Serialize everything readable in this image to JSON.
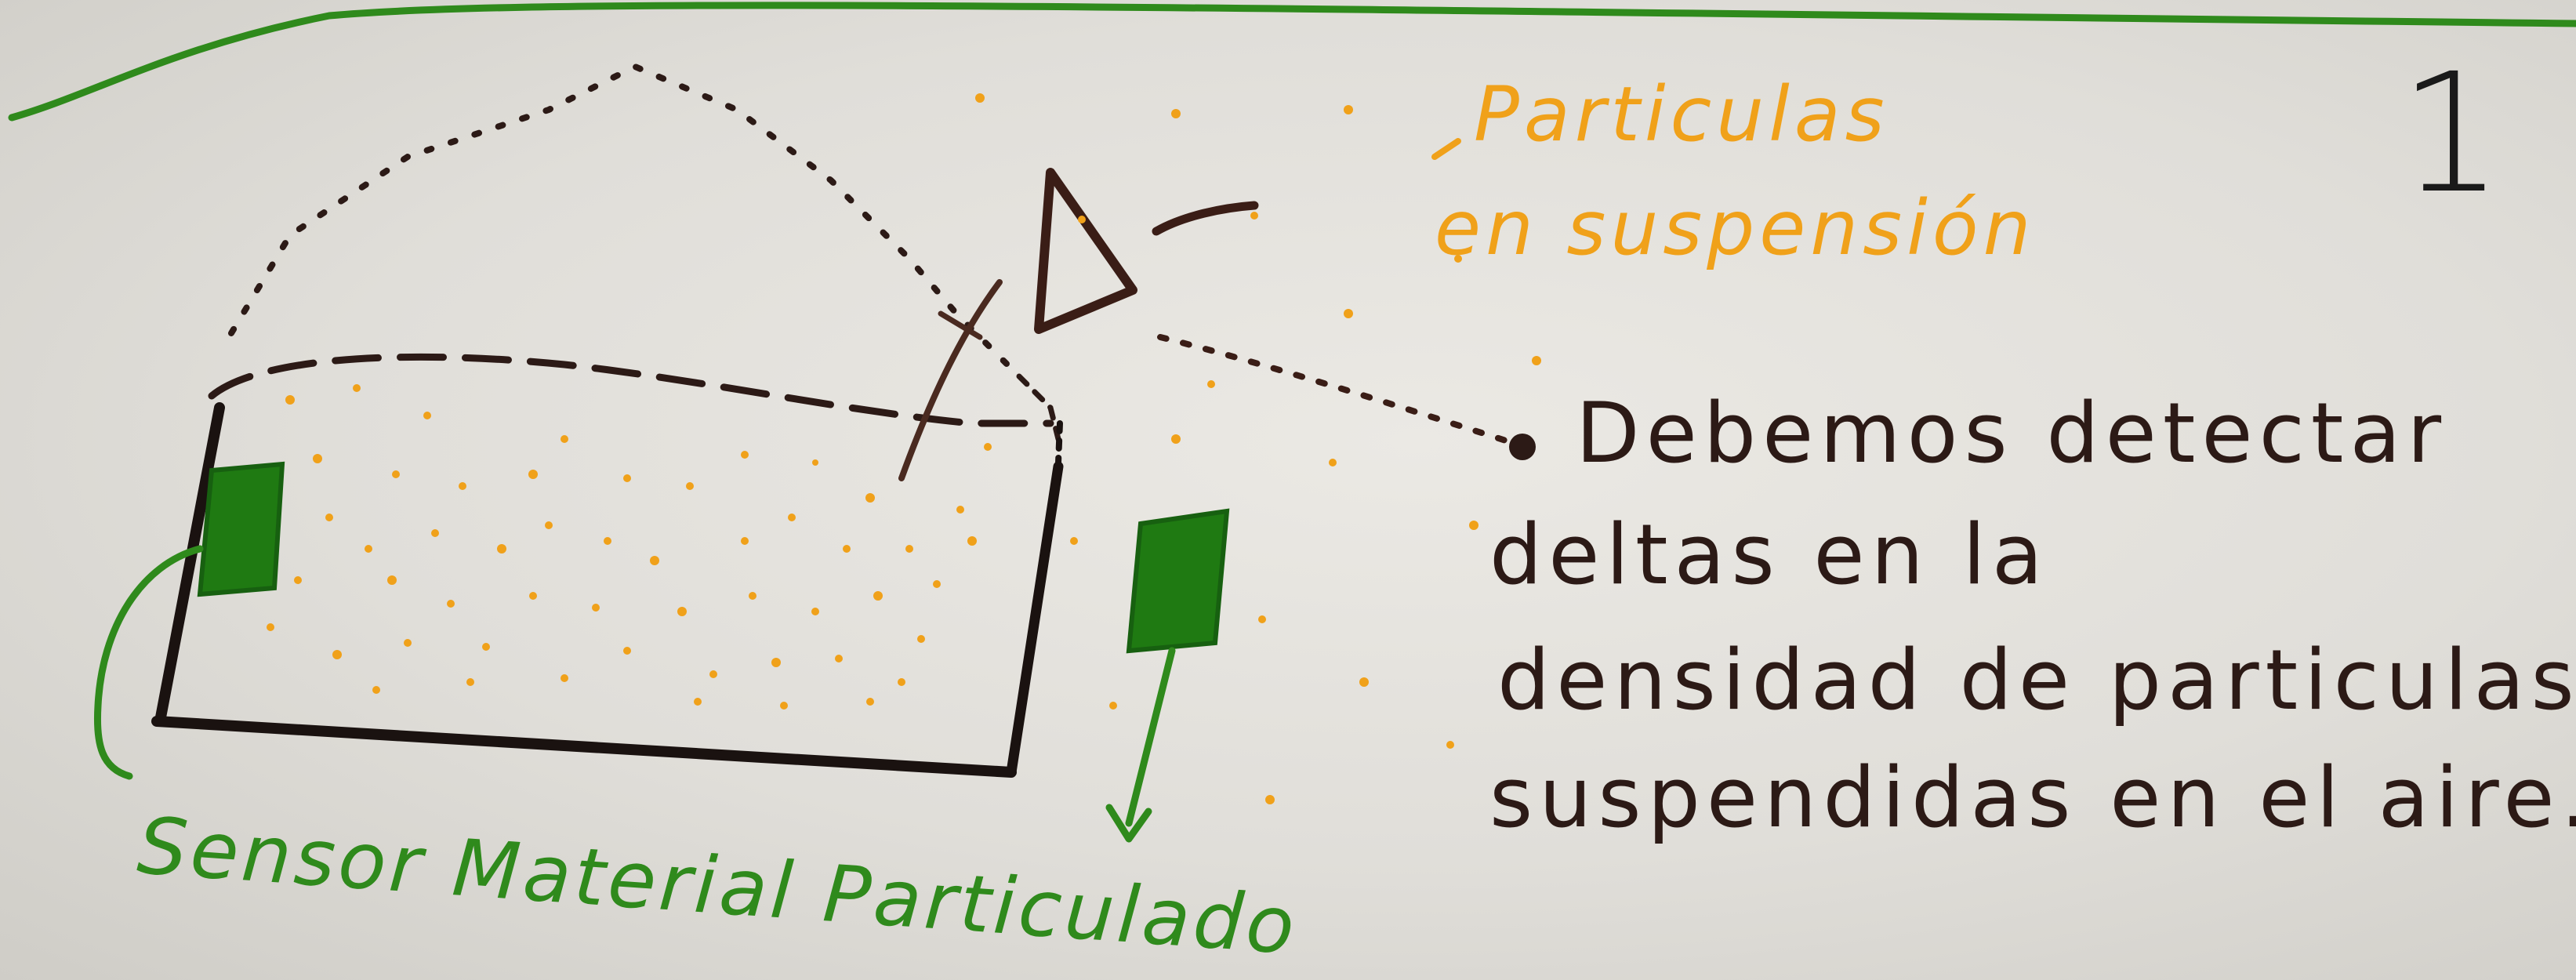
{
  "page": {
    "number": "1"
  },
  "labels": {
    "particles_line1": "Particulas",
    "particles_line2": "en suspensión",
    "sensor": "Sensor Material Particulado"
  },
  "note": {
    "lines": [
      "Debemos detectar",
      "deltas en la",
      "densidad de particulas",
      "suspendidas en el aire."
    ]
  },
  "colors": {
    "paper": "#e6e4df",
    "ink_dark": "#2c1a16",
    "ink_green": "#2f8a1c",
    "ink_orange": "#f0a11a",
    "sensor_fill": "#1f7a12"
  },
  "icons": {
    "sensor_left": "green-sensor-square",
    "sensor_right": "green-sensor-square",
    "emitter": "triangle-emitter"
  }
}
